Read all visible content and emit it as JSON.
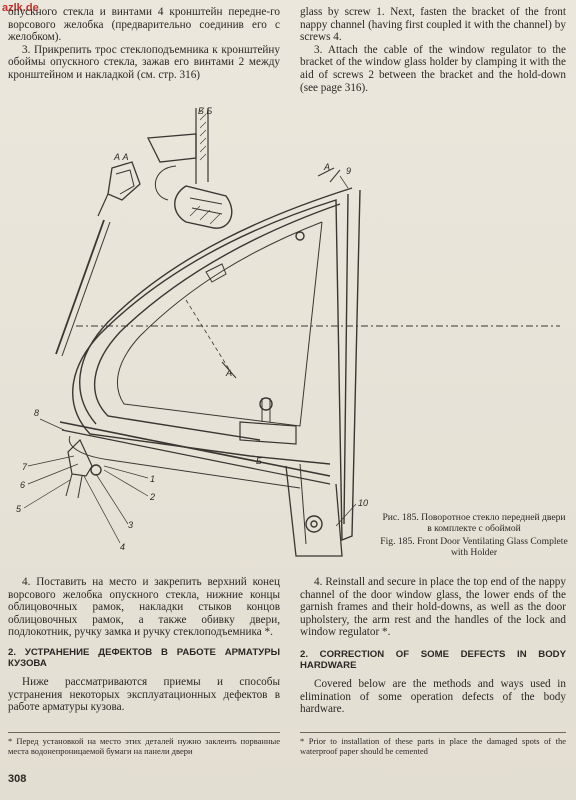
{
  "watermark": "azlk.de",
  "ru_top": {
    "cont": "опускного стекла и винтами 4 кронштейн передне-го ворсового желобка (предварительно соединив его с желобком).",
    "p3": "3. Прикрепить трос стеклоподъемника к кронштейну обоймы опускного стекла, зажав его винтами 2 между кронштейном и накладкой (см. стр. 316)"
  },
  "en_top": {
    "cont": "glass by screw 1. Next, fasten the bracket of the front nappy channel (having first coupled it with the channel) by screws 4.",
    "p3": "3. Attach the cable of the window regulator to the bracket of the window glass holder by clamping it with the aid of screws 2 between the bracket and the hold-down (see page 316)."
  },
  "figure": {
    "section_labels": {
      "aa": "А А",
      "bb": "Б Б",
      "a_arrow": "А",
      "b_arrow": "Б",
      "a_lower": "А",
      "b_lower": "Б"
    },
    "callouts": [
      "1",
      "2",
      "3",
      "4",
      "5",
      "6",
      "7",
      "8",
      "9",
      "10"
    ]
  },
  "caption_ru": "Рис. 185. Поворотное стекло передней двери в комплекте с обоймой",
  "caption_en": "Fig. 185. Front Door Ventilating Glass Complete with Holder",
  "ru_bottom": {
    "p4": "4. Поставить на место и закрепить верхний конец ворсового желобка опускного стекла, нижние концы облицовочных рамок, накладки стыков концов облицовочных рамок, а также обивку двери, подлокотник, ручку замка и ручку стеклоподъемника *.",
    "heading": "2. УСТРАНЕНИЕ ДЕФЕКТОВ В РАБОТЕ АРМАТУРЫ КУЗОВА",
    "intro": "Ниже рассматриваются приемы и способы устранения некоторых эксплуатационных дефектов в работе арматуры кузова.",
    "footnote": "* Перед установкой на место этих деталей нужно заклеить порванные места водонепроницаемой бумаги на панели двери"
  },
  "en_bottom": {
    "p4": "4. Reinstall and secure in place the top end of the nappy channel of the door window glass, the lower ends of the garnish frames and their hold-downs, as well as the door upholstery, the arm rest and the handles of the lock and window regulator *.",
    "heading": "2. CORRECTION OF SOME DEFECTS IN BODY HARDWARE",
    "intro": "Covered below are the methods and ways used in elimination of some operation defects of the body hardware.",
    "footnote": "* Prior to installation of these parts in place the damaged spots of the waterproof paper should be cemented"
  },
  "page_number": "308"
}
